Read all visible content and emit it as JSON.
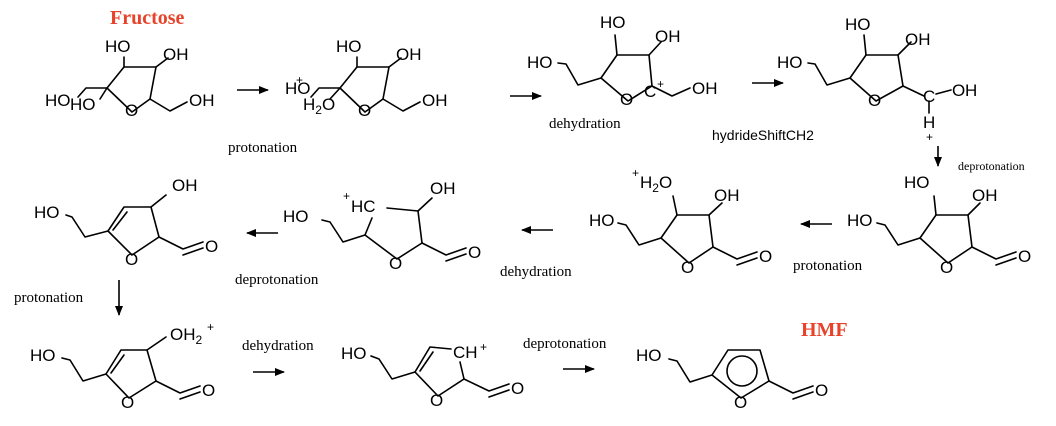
{
  "titles": {
    "fructose": "Fructose",
    "hmf": "HMF",
    "color": "#e8432a"
  },
  "steps": {
    "s1": "protonation",
    "s2": "dehydration",
    "s3": "hydrideShiftCH2",
    "s4": "deprotonation",
    "s5": "protonation",
    "s6": "dehydration",
    "s7": "deprotonation",
    "s8": "protonation",
    "s9": "dehydration",
    "s10": "deprotonation"
  },
  "atoms": {
    "OH": "OH",
    "HO": "HO",
    "O": "O",
    "H": "H",
    "plus": "+",
    "H2O_plus_m2": "H2O",
    "C_plus": "C",
    "HC_plus": "HC",
    "CH_plus": "CH",
    "OH2_plus": "OH2",
    "H2O_plus_m6": "H2O"
  }
}
